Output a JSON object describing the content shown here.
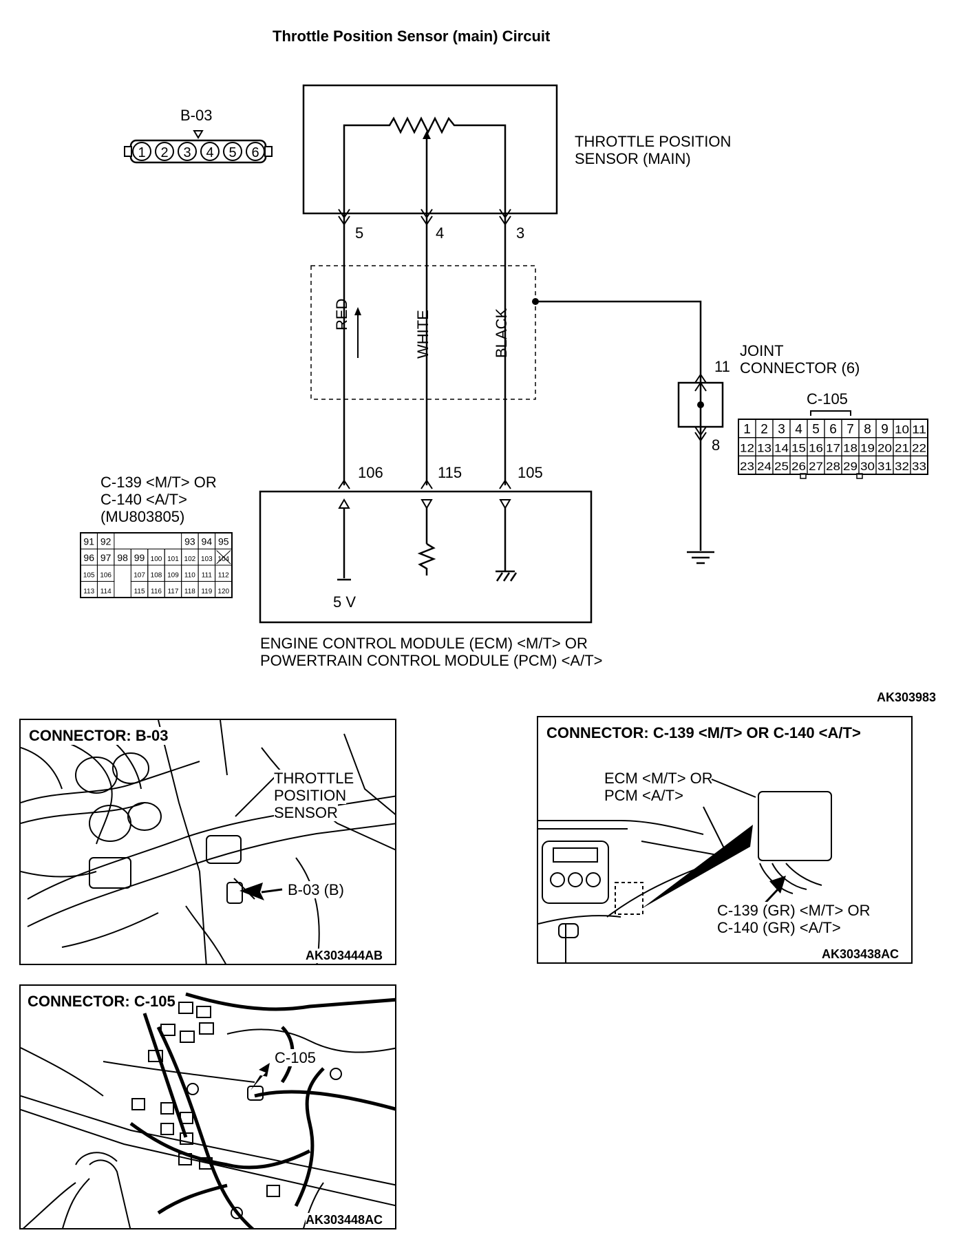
{
  "title": "Throttle Position Sensor (main) Circuit",
  "sensor": {
    "name_line1": "THROTTLE POSITION",
    "name_line2": "SENSOR (MAIN)",
    "connector_id": "B-03",
    "connector_pins": [
      "1",
      "2",
      "3",
      "4",
      "5",
      "6"
    ],
    "terminals": [
      "5",
      "4",
      "3"
    ]
  },
  "wires": {
    "red": "RED",
    "white": "WHITE",
    "black": "BLACK"
  },
  "joint": {
    "line1": "JOINT",
    "line2": "CONNECTOR (6)",
    "connector_id": "C-105",
    "pin_in": "11",
    "pin_out": "8",
    "rows": [
      [
        "1",
        "2",
        "3",
        "4",
        "5",
        "6",
        "7",
        "8",
        "9",
        "10",
        "11"
      ],
      [
        "12",
        "13",
        "14",
        "15",
        "16",
        "17",
        "18",
        "19",
        "20",
        "21",
        "22"
      ],
      [
        "23",
        "24",
        "25",
        "26",
        "27",
        "28",
        "29",
        "30",
        "31",
        "32",
        "33"
      ]
    ]
  },
  "ecm": {
    "connector_line1": "C-139 <M/T> OR",
    "connector_line2": "C-140 <A/T>",
    "connector_line3": "(MU803805)",
    "terminals": [
      "106",
      "115",
      "105"
    ],
    "voltage": "5 V",
    "name_line1": "ENGINE CONTROL MODULE (ECM) <M/T> OR",
    "name_line2": "POWERTRAIN CONTROL MODULE (PCM) <A/T>",
    "pin_rows": [
      [
        "91",
        "92",
        "",
        "",
        "",
        "",
        "93",
        "94",
        "95"
      ],
      [
        "96",
        "97",
        "98",
        "99",
        "100",
        "101",
        "102",
        "103",
        "104"
      ],
      [
        "105",
        "106",
        "",
        "107",
        "108",
        "109",
        "110",
        "111",
        "112"
      ],
      [
        "113",
        "114",
        "",
        "115",
        "116",
        "117",
        "118",
        "119",
        "120"
      ]
    ]
  },
  "figure_code": "AK303983",
  "panels": {
    "b03": {
      "title": "CONNECTOR: B-03",
      "label_line1": "THROTTLE",
      "label_line2": "POSITION",
      "label_line3": "SENSOR",
      "callout": "B-03 (B)",
      "code": "AK303444AB"
    },
    "c139": {
      "title": "CONNECTOR: C-139 <M/T> OR C-140 <A/T>",
      "label_line1": "ECM <M/T> OR",
      "label_line2": "PCM <A/T>",
      "callout_line1": "C-139 (GR) <M/T> OR",
      "callout_line2": "C-140 (GR) <A/T>",
      "code": "AK303438AC"
    },
    "c105": {
      "title": "CONNECTOR: C-105",
      "callout": "C-105",
      "code": "AK303448AC"
    }
  }
}
